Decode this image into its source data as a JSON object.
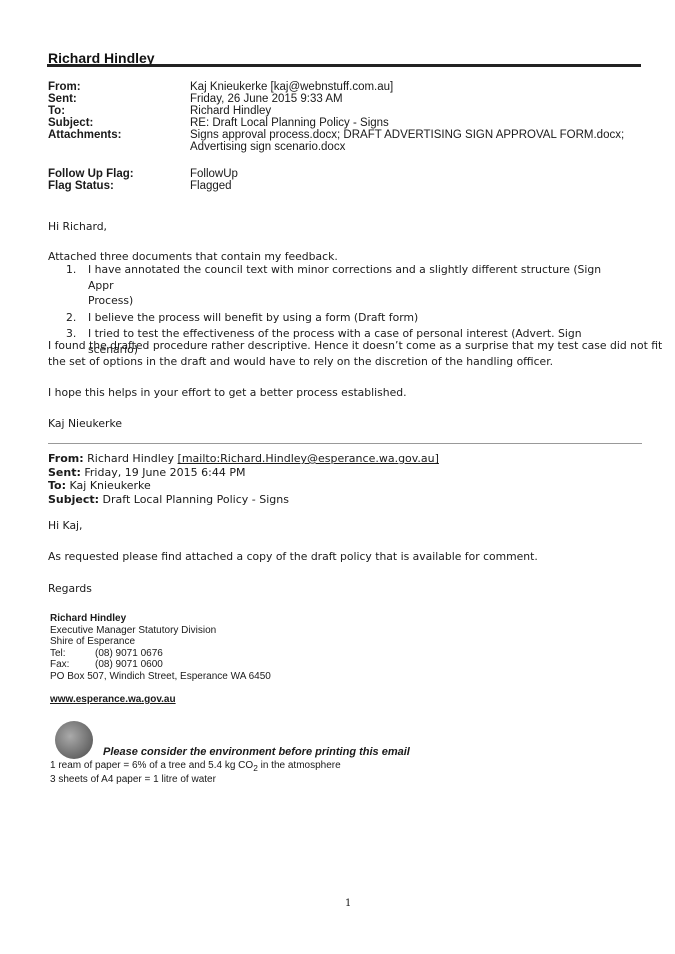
{
  "owner_name": "Richard Hindley",
  "header": {
    "from_label": "From:",
    "from": "Kaj Knieukerke [kaj@webnstuff.com.au]",
    "sent_label": "Sent:",
    "sent": "Friday, 26 June 2015 9:33 AM",
    "to_label": "To:",
    "to": "Richard Hindley",
    "subject_label": "Subject:",
    "subject": "RE: Draft Local Planning Policy - Signs",
    "attachments_label": "Attachments:",
    "attachments_line1": "Signs approval process.docx; DRAFT ADVERTISING SIGN APPROVAL FORM.docx;",
    "attachments_line2": "Advertising sign scenario.docx"
  },
  "flags": {
    "follow_label": "Follow Up Flag:",
    "follow": "FollowUp",
    "status_label": "Flag Status:",
    "status": "Flagged"
  },
  "message": {
    "greeting": "Hi Richard,",
    "intro": "Attached three documents that contain my feedback.",
    "items": [
      {
        "num": "1.",
        "line1": "I have annotated the council text with minor corrections and a slightly different structure (Sign Appr",
        "line2": "Process)"
      },
      {
        "num": "2.",
        "line1": "I believe the process will benefit by using a form (Draft form)",
        "line2": ""
      },
      {
        "num": "3.",
        "line1": "I tried to test the effectiveness of the process with a case of personal interest (Advert. Sign scenario)",
        "line2": ""
      }
    ],
    "para1_line1": "I found the drafted procedure rather descriptive.  Hence it doesn’t come as a surprise that my test case did not fit",
    "para1_line2": "the set of options in the draft and would have to rely on the discretion of the handling officer.",
    "para2": "I hope this helps in your effort to get a better process established.",
    "signoff": "Kaj Nieukerke"
  },
  "forwarded": {
    "from_label": "From:",
    "from_name": "Richard Hindley",
    "from_link": "[mailto:Richard.Hindley@esperance.wa.gov.au]",
    "sent_label": "Sent:",
    "sent": "Friday, 19 June 2015 6:44 PM",
    "to_label": "To:",
    "to": "Kaj Knieukerke",
    "subject_label": "Subject:",
    "subject": "Draft Local Planning Policy - Signs",
    "greeting": "Hi Kaj,",
    "body": "As requested please find attached a copy of the draft policy that is available for comment.",
    "regards": "Regards"
  },
  "signature": {
    "name": "Richard Hindley",
    "title": "Executive Manager Statutory Division",
    "org": "Shire of Esperance",
    "tel_label": "Tel:",
    "tel": "(08) 9071 0676",
    "fax_label": "Fax:",
    "fax": "(08) 9071 0600",
    "address": "PO Box 507, Windich Street, Esperance WA  6450",
    "website": "www.esperance.wa.gov.au"
  },
  "environment": {
    "notice": "Please consider the environment before printing this email",
    "line1_pre": "1 ream of paper = 6% of a tree and 5.4 kg CO",
    "line1_sub": "2",
    "line1_post": " in the atmosphere",
    "line2": "3 sheets of A4 paper = 1 litre of water"
  },
  "page_number": "1"
}
